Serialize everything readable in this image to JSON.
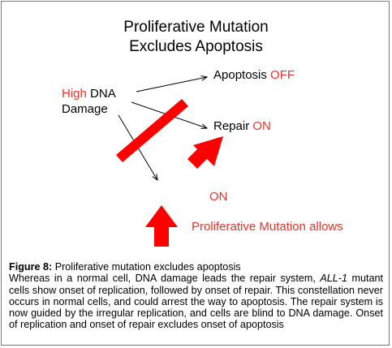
{
  "title": {
    "line1": "Proliferative Mutation",
    "line2": "Excludes Apoptosis"
  },
  "labels": {
    "high": "High",
    "dna": "DNA",
    "damage": "Damage",
    "apoptosis": "Apoptosis",
    "off": "OFF",
    "repair": "Repair",
    "repair_on": "ON",
    "on": "ON",
    "proliferative": "Proliferative Mutation allows"
  },
  "caption": {
    "figure_label": "Figure 8:",
    "figure_title": "Proliferative mutation excludes apoptosis",
    "body_part1": "Whereas in a normal cell, DNA damage leads the repair system, ",
    "body_italic": "ALL-1",
    "body_part2": " mutant cells show onset of replication, followed by onset of repair. This constellation never occurs in normal cells, and could arrest the way to apoptosis. The repair system is now guided by the irregular replication, and cells are blind to DNA damage. Onset of replication and onset of repair excludes onset of apoptosis"
  },
  "colors": {
    "accent_red": "#e8332a",
    "block_red": "#ff0000",
    "arrow_black": "#000000"
  }
}
